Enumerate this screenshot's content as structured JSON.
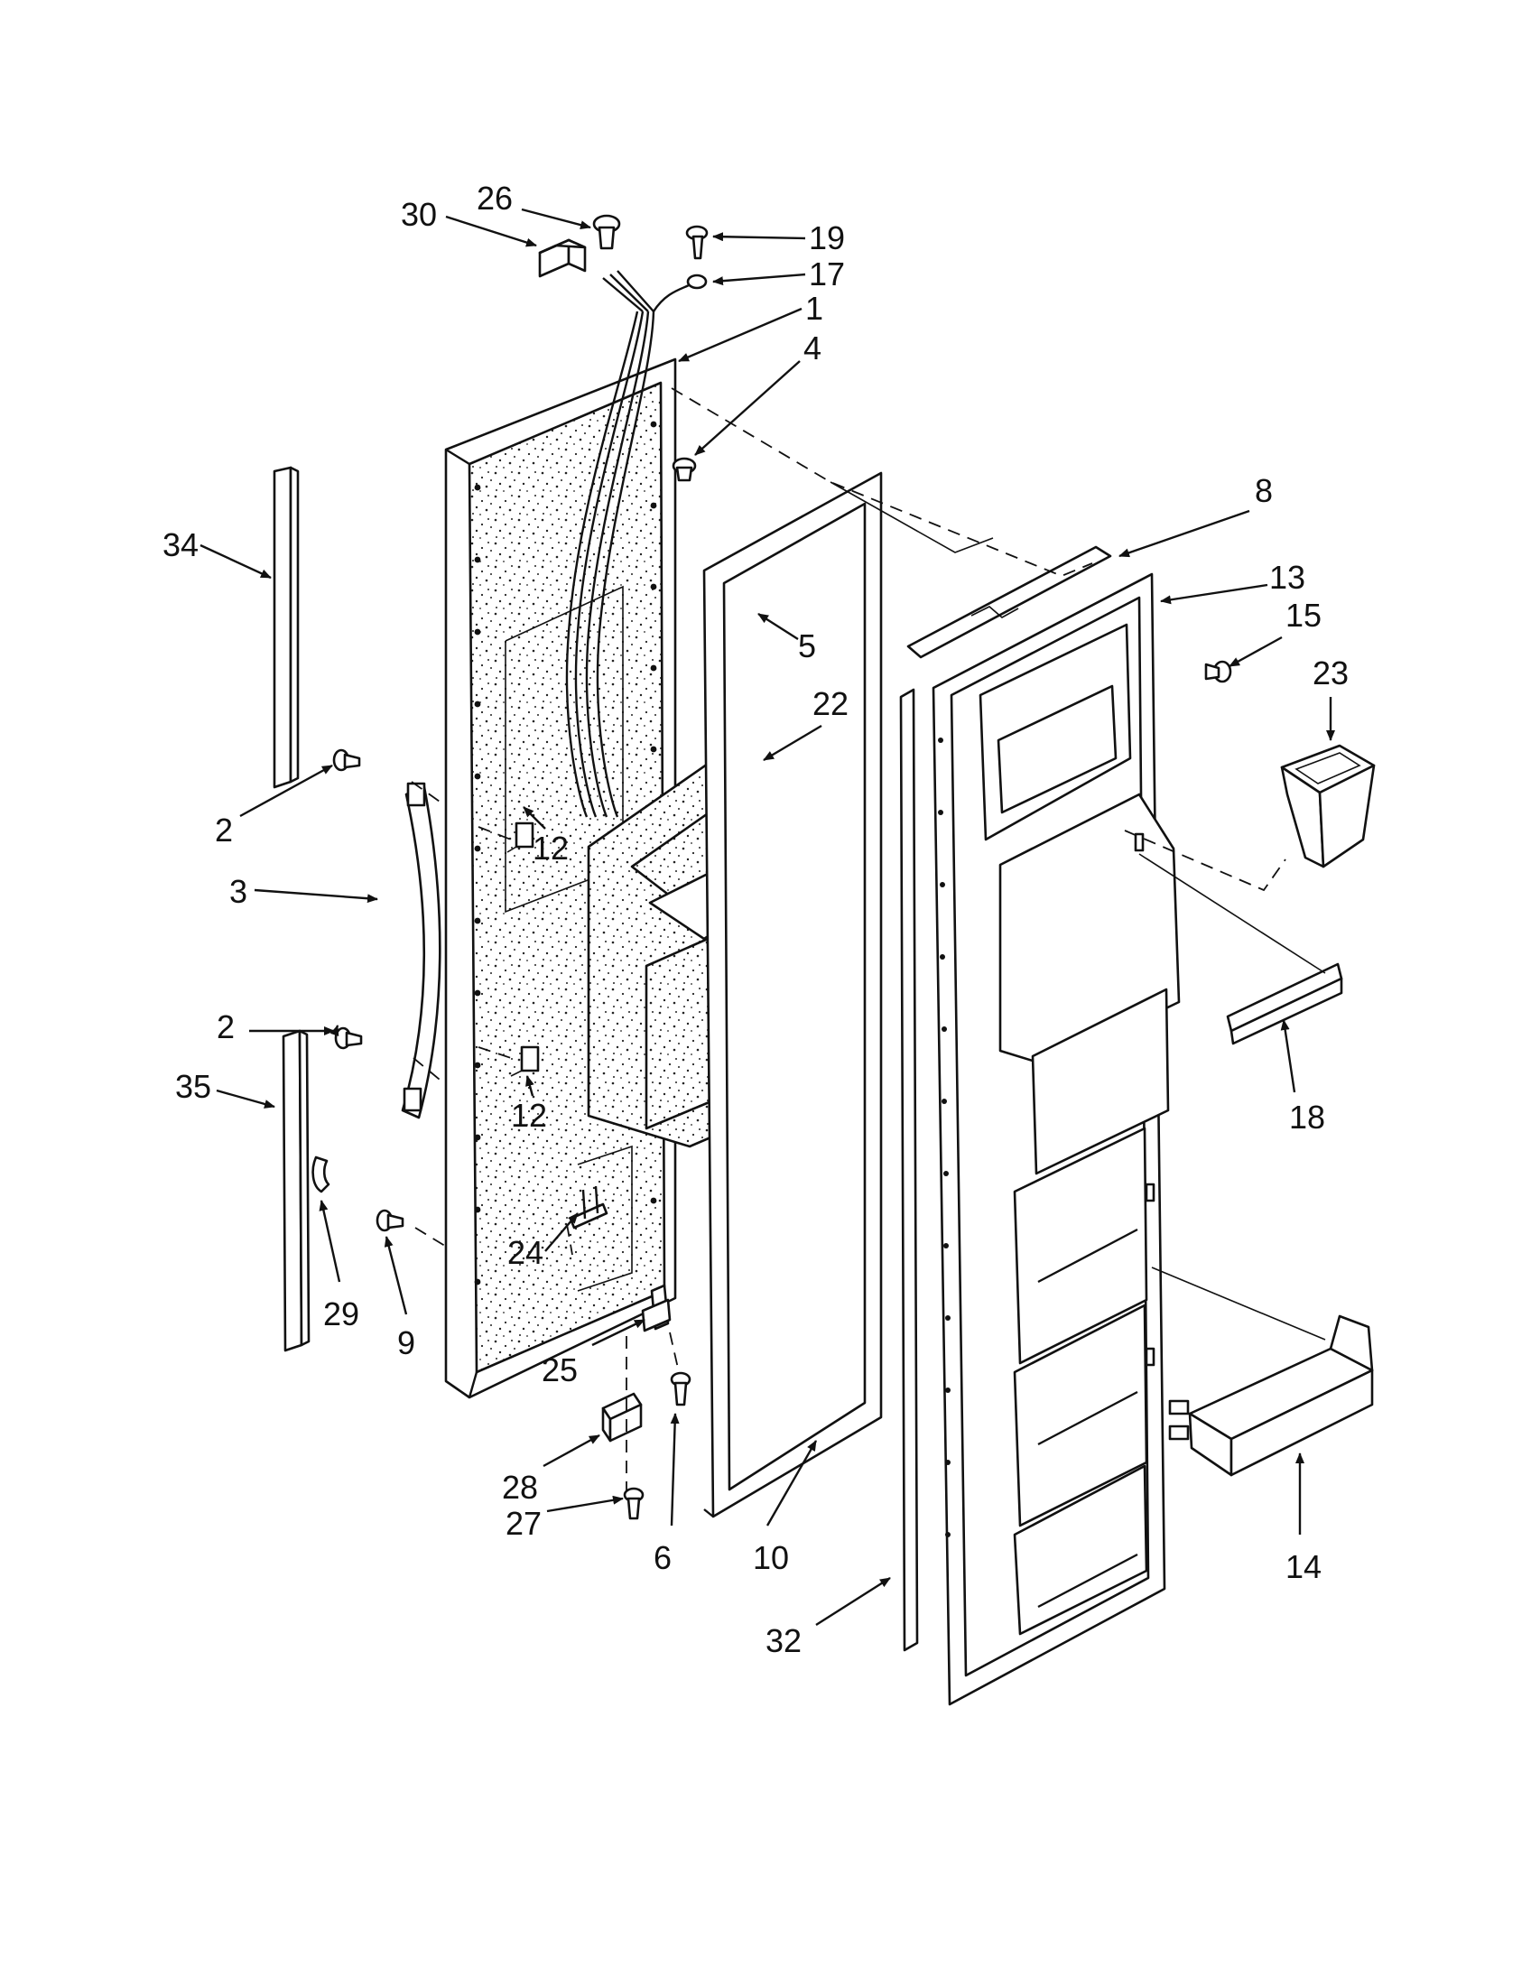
{
  "diagram": {
    "type": "exploded parts diagram",
    "callouts": [
      {
        "id": "30",
        "label": "30"
      },
      {
        "id": "26",
        "label": "26"
      },
      {
        "id": "19",
        "label": "19"
      },
      {
        "id": "17",
        "label": "17"
      },
      {
        "id": "1",
        "label": "1"
      },
      {
        "id": "4",
        "label": "4"
      },
      {
        "id": "8",
        "label": "8"
      },
      {
        "id": "34",
        "label": "34"
      },
      {
        "id": "13",
        "label": "13"
      },
      {
        "id": "15",
        "label": "15"
      },
      {
        "id": "5",
        "label": "5"
      },
      {
        "id": "23",
        "label": "23"
      },
      {
        "id": "22",
        "label": "22"
      },
      {
        "id": "2a",
        "label": "2"
      },
      {
        "id": "12a",
        "label": "12"
      },
      {
        "id": "3",
        "label": "3"
      },
      {
        "id": "2b",
        "label": "2"
      },
      {
        "id": "35",
        "label": "35"
      },
      {
        "id": "12b",
        "label": "12"
      },
      {
        "id": "18",
        "label": "18"
      },
      {
        "id": "24",
        "label": "24"
      },
      {
        "id": "29",
        "label": "29"
      },
      {
        "id": "9",
        "label": "9"
      },
      {
        "id": "25",
        "label": "25"
      },
      {
        "id": "28",
        "label": "28"
      },
      {
        "id": "27",
        "label": "27"
      },
      {
        "id": "6",
        "label": "6"
      },
      {
        "id": "10",
        "label": "10"
      },
      {
        "id": "14",
        "label": "14"
      },
      {
        "id": "32",
        "label": "32"
      }
    ]
  }
}
